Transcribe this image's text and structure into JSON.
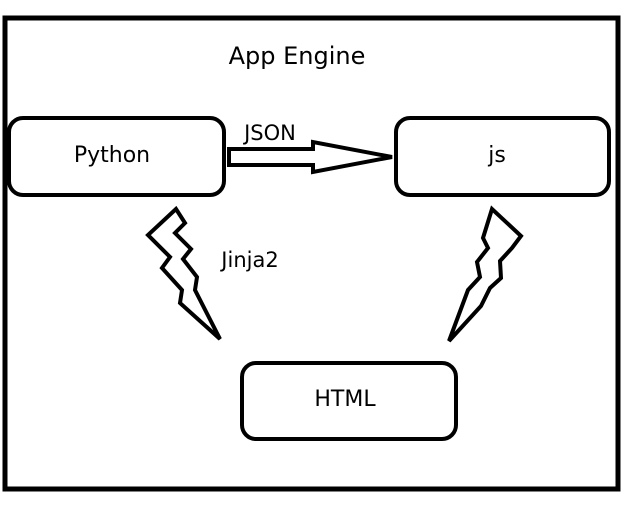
{
  "container": {
    "title": "App Engine"
  },
  "nodes": {
    "python": {
      "label": "Python"
    },
    "js": {
      "label": "js"
    },
    "html": {
      "label": "HTML"
    }
  },
  "edges": {
    "python_to_js": {
      "label": "JSON"
    },
    "python_to_html": {
      "label": "Jinja2"
    },
    "js_to_html": {
      "label": ""
    }
  },
  "colors": {
    "stroke": "#000000",
    "background": "#ffffff"
  }
}
